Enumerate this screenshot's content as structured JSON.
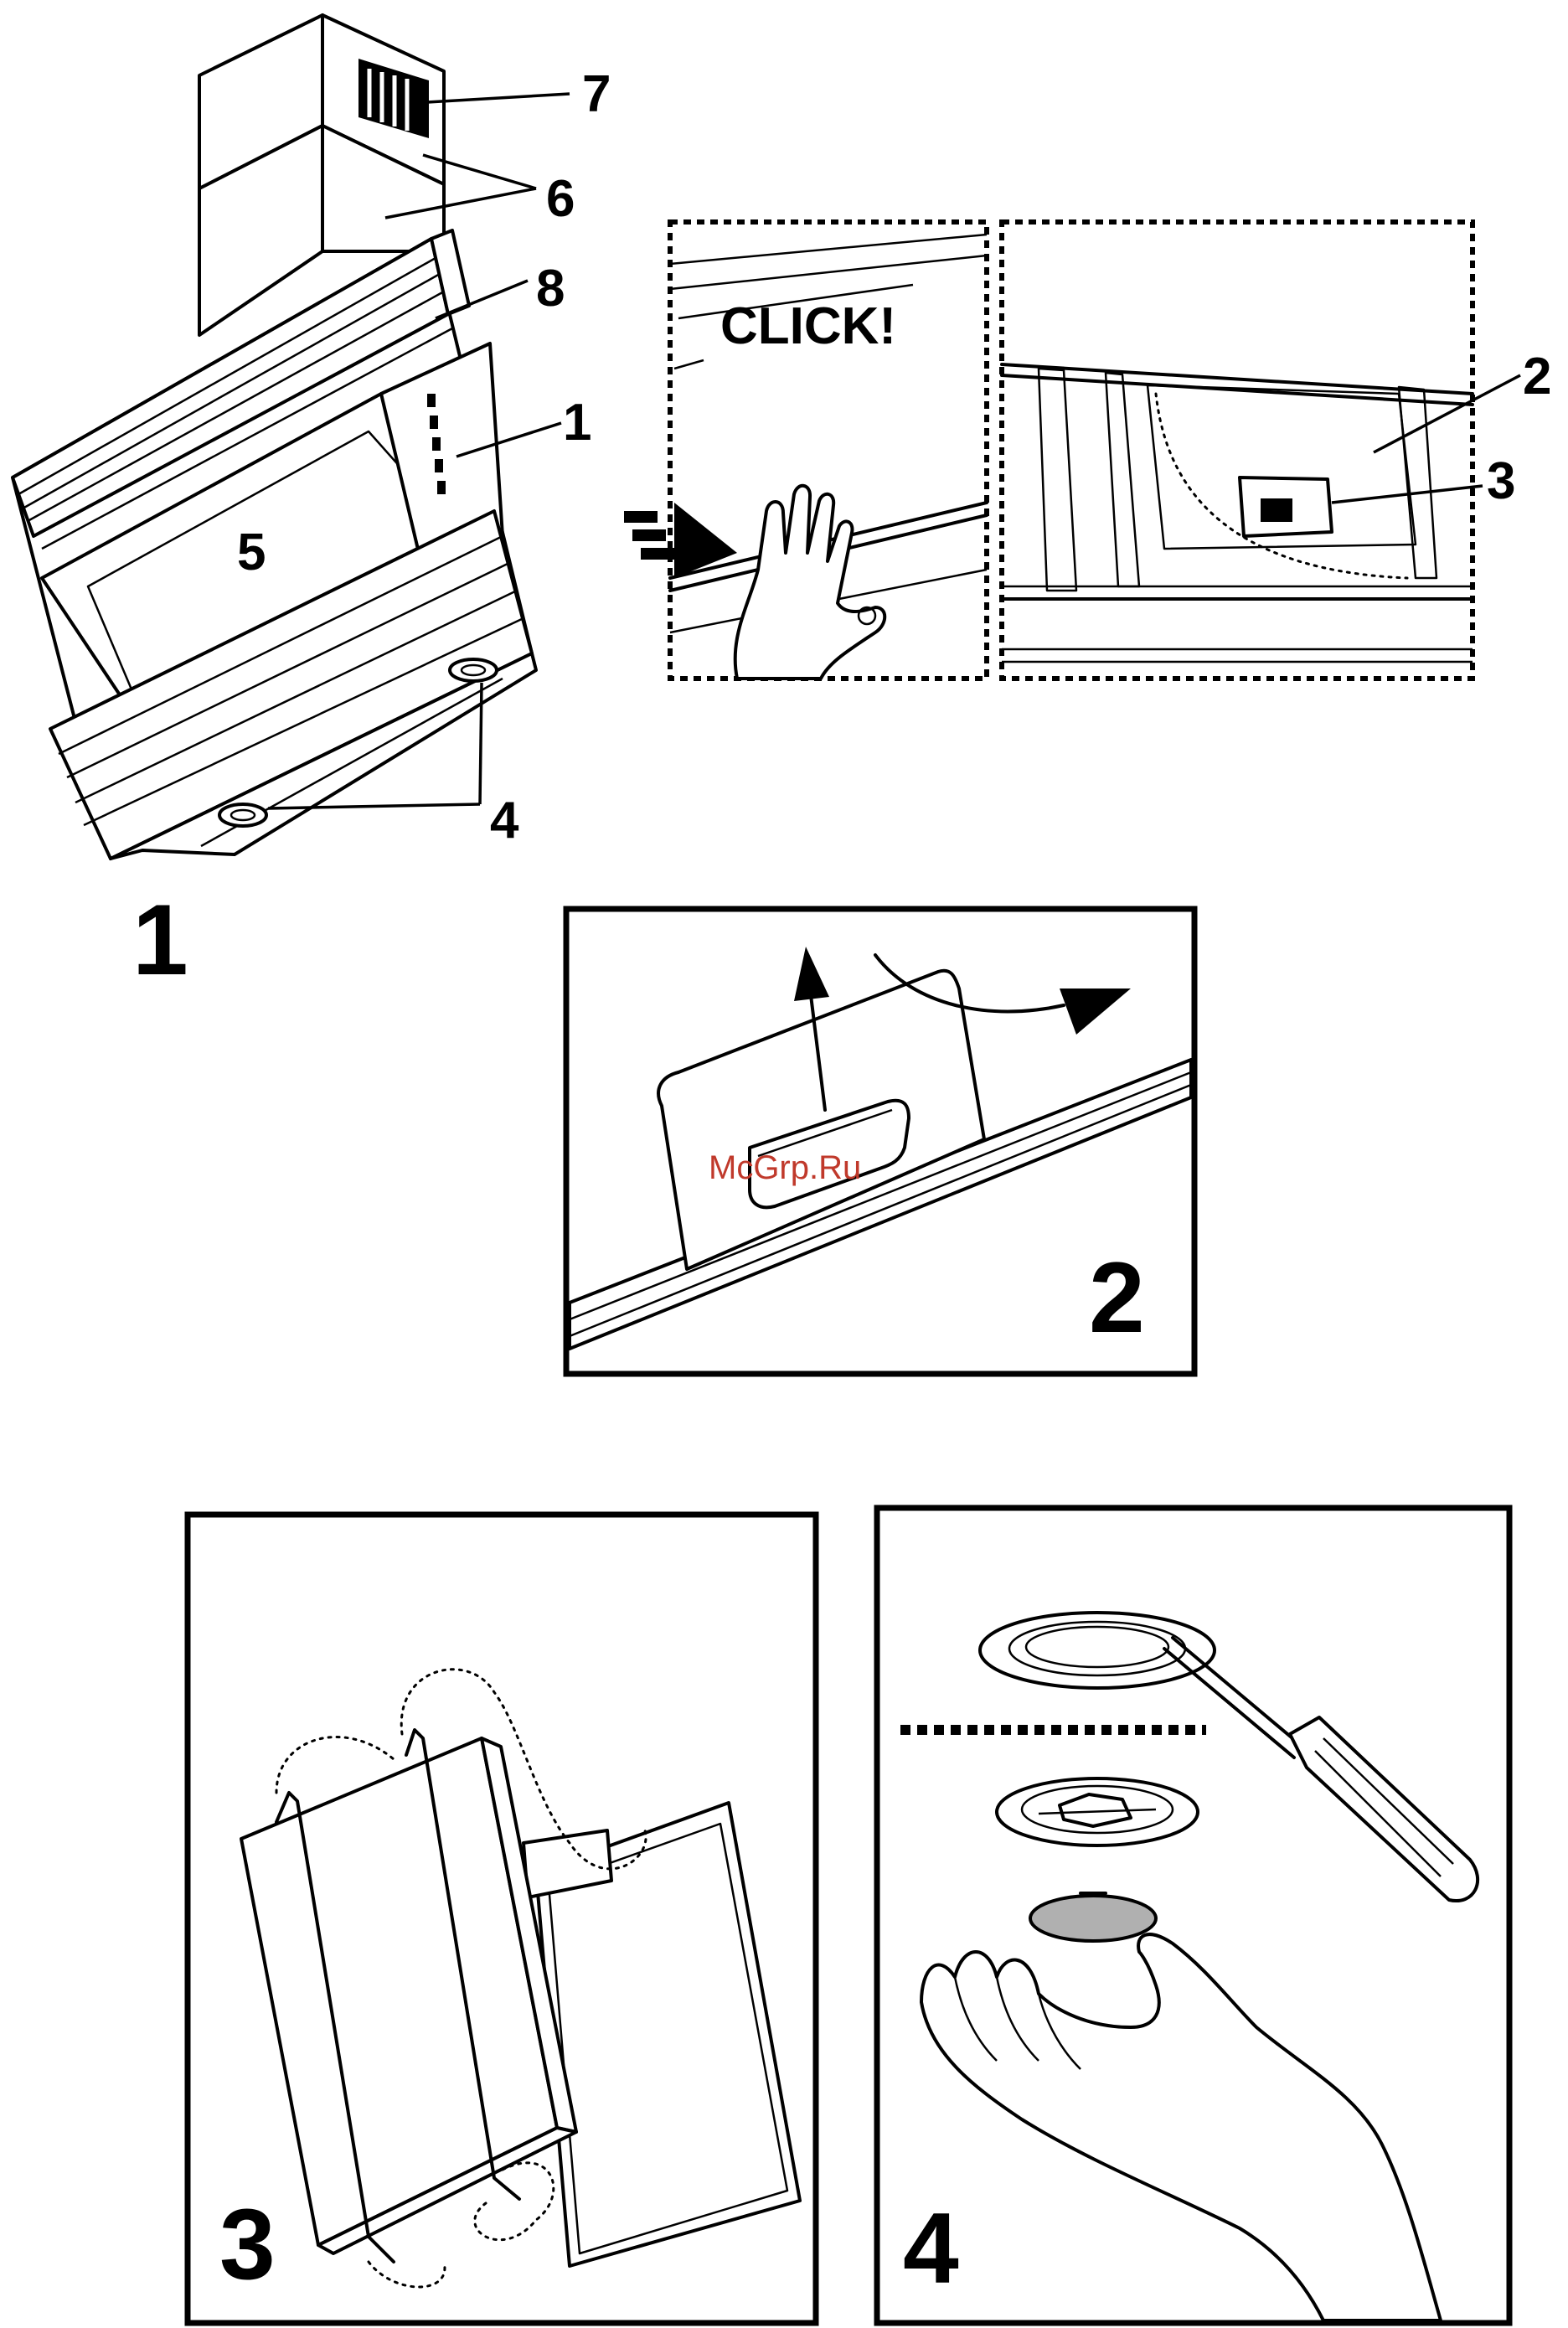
{
  "figure1": {
    "callouts": [
      "1",
      "2",
      "3",
      "4",
      "5",
      "6",
      "7",
      "8"
    ],
    "panel_label": "1",
    "click_text": "CLICK!"
  },
  "figure2": {
    "panel_label": "2",
    "watermark": "McGrp.Ru"
  },
  "figure3": {
    "panel_label": "3"
  },
  "figure4": {
    "panel_label": "4"
  },
  "colors": {
    "line": "#000000",
    "background": "#ffffff",
    "watermark": "#c0392b",
    "lens": "#b0b0b0"
  }
}
